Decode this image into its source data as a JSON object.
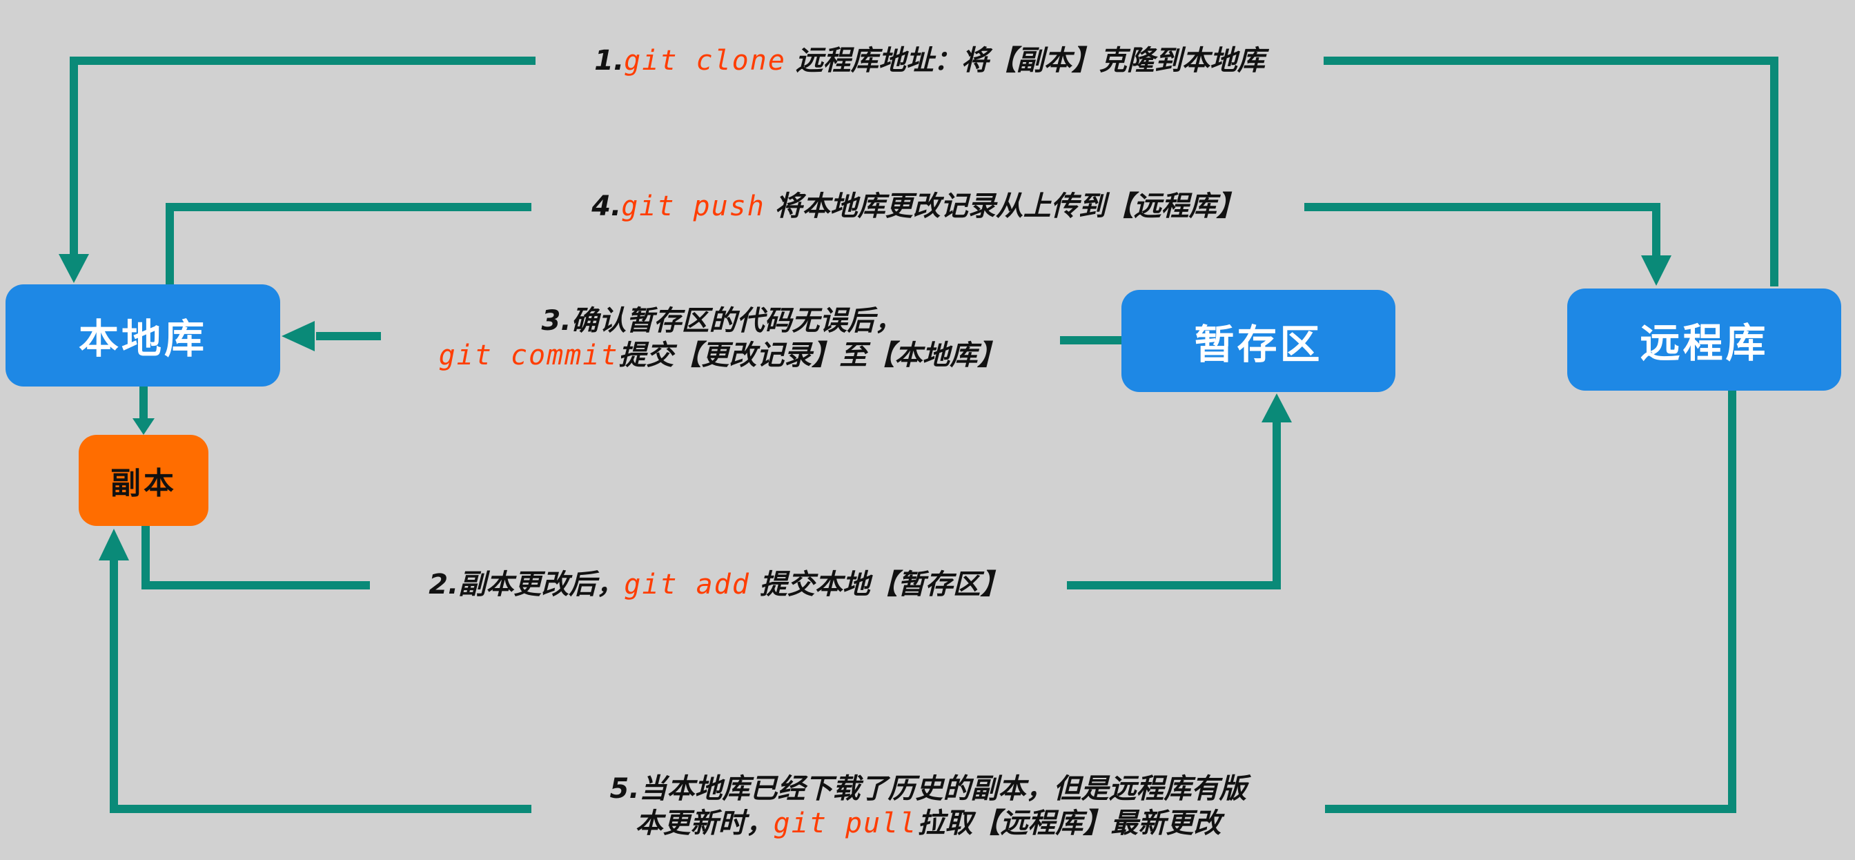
{
  "colors": {
    "background": "#d1d1d1",
    "arrow": "#0a8a78",
    "node_blue": "#1e88e5",
    "node_orange": "#ff6d00",
    "command": "#ff3d00"
  },
  "nodes": {
    "local_repo": "本地库",
    "replica": "副本",
    "staging": "暂存区",
    "remote_repo": "远程库"
  },
  "steps": {
    "clone": {
      "prefix": "1.",
      "cmd": "git clone",
      "text": " 远程库地址：将【副本】克隆到本地库"
    },
    "push": {
      "prefix": "4.",
      "cmd": "git push",
      "text": " 将本地库更改记录从上传到【远程库】"
    },
    "commit": {
      "line1": "3.确认暂存区的代码无误后，",
      "cmd": "git commit",
      "text": "提交【更改记录】至【本地库】"
    },
    "add": {
      "prefix": "2.副本更改后，",
      "cmd": "git add",
      "text": " 提交本地【暂存区】"
    },
    "pull": {
      "line1": "5.当本地库已经下载了历史的副本，但是远程库有版",
      "prefix": "本更新时，",
      "cmd": "git pull",
      "text": "拉取【远程库】最新更改"
    }
  }
}
